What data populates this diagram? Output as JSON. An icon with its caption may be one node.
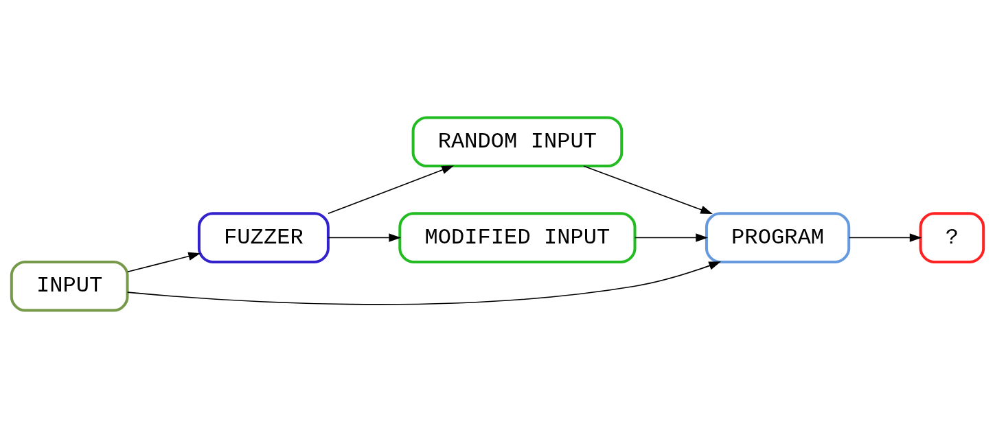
{
  "diagram": {
    "nodes": [
      {
        "text": [
          "RANDOM INPUT"
        ]
      },
      {
        "text": [
          "FUZZER"
        ]
      },
      {
        "text": [
          "INPUT"
        ]
      },
      {
        "text": [
          "PROGRAM"
        ]
      },
      {
        "text": [
          "?"
        ]
      },
      {
        "text": [
          "MODIFIED INPUT"
        ]
      }
    ],
    "edges": [
      {
        "from": 1,
        "to": 0,
        "arrow": "to"
      },
      {
        "from": 0,
        "to": 3,
        "arrow": "to"
      },
      {
        "from": 2,
        "to": 1,
        "arrow": "to"
      },
      {
        "from": 2,
        "to": 3,
        "arrow": "to"
      },
      {
        "from": 3,
        "to": 4,
        "arrow": "to"
      },
      {
        "from": 1,
        "to": 5,
        "arrow": "to"
      },
      {
        "from": 5,
        "to": 3,
        "arrow": "to"
      }
    ]
  }
}
